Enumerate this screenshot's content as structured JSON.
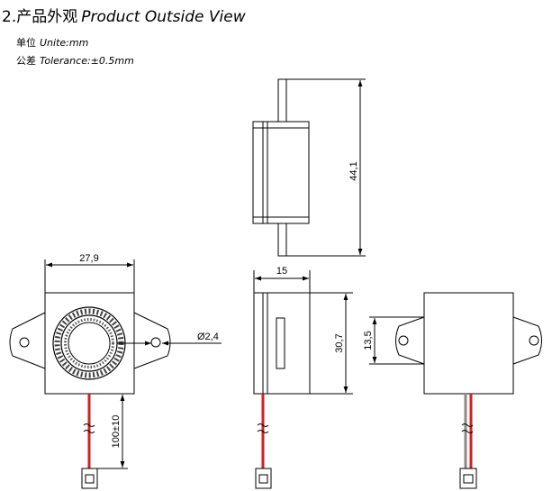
{
  "header": {
    "title_cn": "2.产品外观",
    "title_en": "Product Outside View"
  },
  "specs": {
    "unit_cn": "单位",
    "unit_en": "Unite:mm",
    "tolerance_cn": "公差",
    "tolerance_en": "Tolerance:±0.5mm"
  },
  "dimensions": {
    "height_total": "44,1",
    "width_front": "27,9",
    "depth_side": "15",
    "hole_diameter": "Ø2,4",
    "height_body": "30,7",
    "height_flange": "13,5",
    "lead_length": "100±10"
  },
  "colors": {
    "lead_red": "#d42020",
    "lead_grey": "#8a8a8a",
    "line": "#000000"
  }
}
